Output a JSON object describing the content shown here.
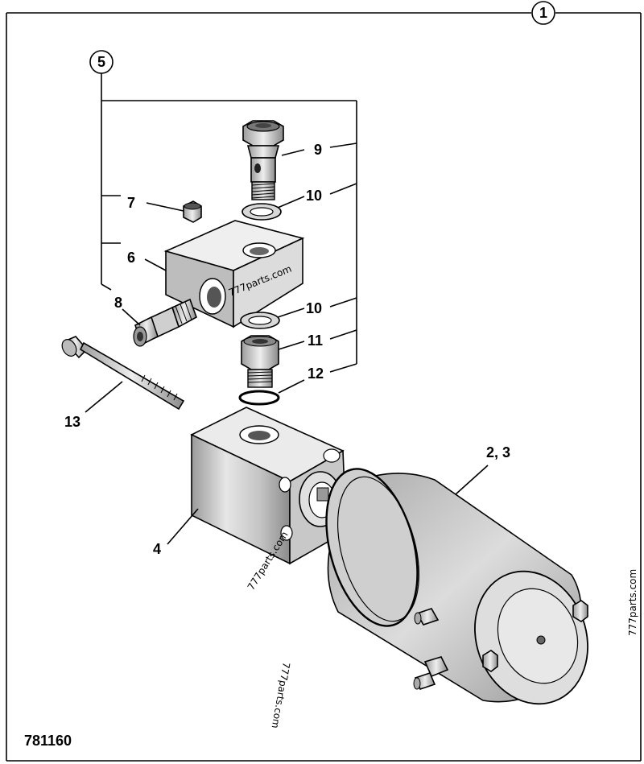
{
  "diagram": {
    "drawing_number": "781160",
    "assembly_callout": "1",
    "kit_callout": "5",
    "callouts": {
      "c2_3": "2, 3",
      "c4": "4",
      "c6": "6",
      "c7": "7",
      "c8": "8",
      "c9": "9",
      "c10a": "10",
      "c10b": "10",
      "c11": "11",
      "c12": "12",
      "c13": "13"
    },
    "watermarks": {
      "block": "777parts.com",
      "pump": "777parts.com",
      "right_edge": "777parts.com",
      "bottom": "777parts.com"
    }
  }
}
